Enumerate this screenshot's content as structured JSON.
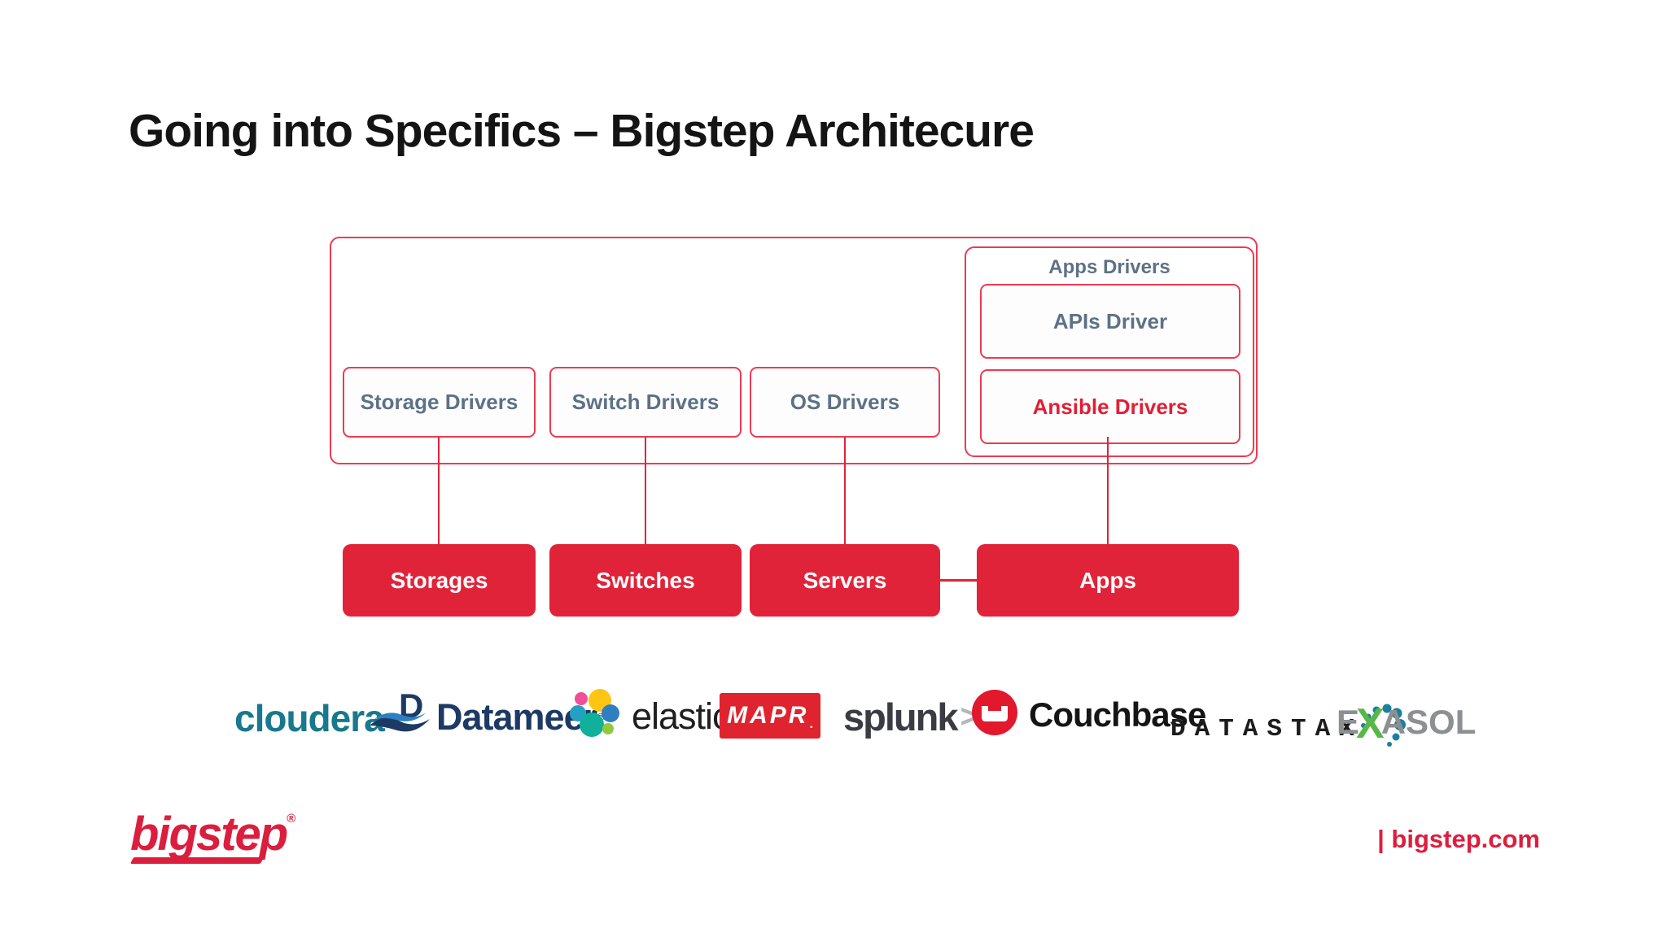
{
  "slide": {
    "title": "Going into Specifics – Bigstep Architecure"
  },
  "diagram": {
    "apps_drivers": {
      "title": "Apps Drivers",
      "apis_driver": "APIs Driver",
      "ansible_drivers": "Ansible Drivers"
    },
    "driver_boxes": [
      {
        "label": "Storage Drivers"
      },
      {
        "label": "Switch Drivers"
      },
      {
        "label": "OS Drivers"
      }
    ],
    "resource_boxes": [
      {
        "label": "Storages"
      },
      {
        "label": "Switches"
      },
      {
        "label": "Servers"
      },
      {
        "label": "Apps"
      }
    ]
  },
  "logos": {
    "cloudera": "cloudera",
    "datameer": "Datameer",
    "datameer_reg": "®",
    "elastic": "elastic",
    "mapr": "MAPR",
    "mapr_dot": ".",
    "splunk": "splunk",
    "splunk_chevron": ">",
    "couchbase": "Couchbase",
    "datastax": "DATASTAX",
    "exasol_e": "E",
    "exasol_x": "X",
    "exasol_rest": "ASOL"
  },
  "footer": {
    "brand": "bigstep",
    "brand_reg": "®",
    "site": "| bigstep.com"
  },
  "colors": {
    "accent_red": "#e02339",
    "border_red": "#ee3a52",
    "slate_text": "#5d7186",
    "title_black": "#141414",
    "cloudera_teal": "#17788e",
    "datameer_navy": "#1c3a63",
    "mapr_red": "#df232f",
    "splunk_dark": "#3b3b44",
    "couchbase_red": "#e2182d",
    "datastax_dot_teal": "#1a80a0",
    "exasol_green": "#57b847",
    "bigstep_red": "#dc1e3e"
  }
}
